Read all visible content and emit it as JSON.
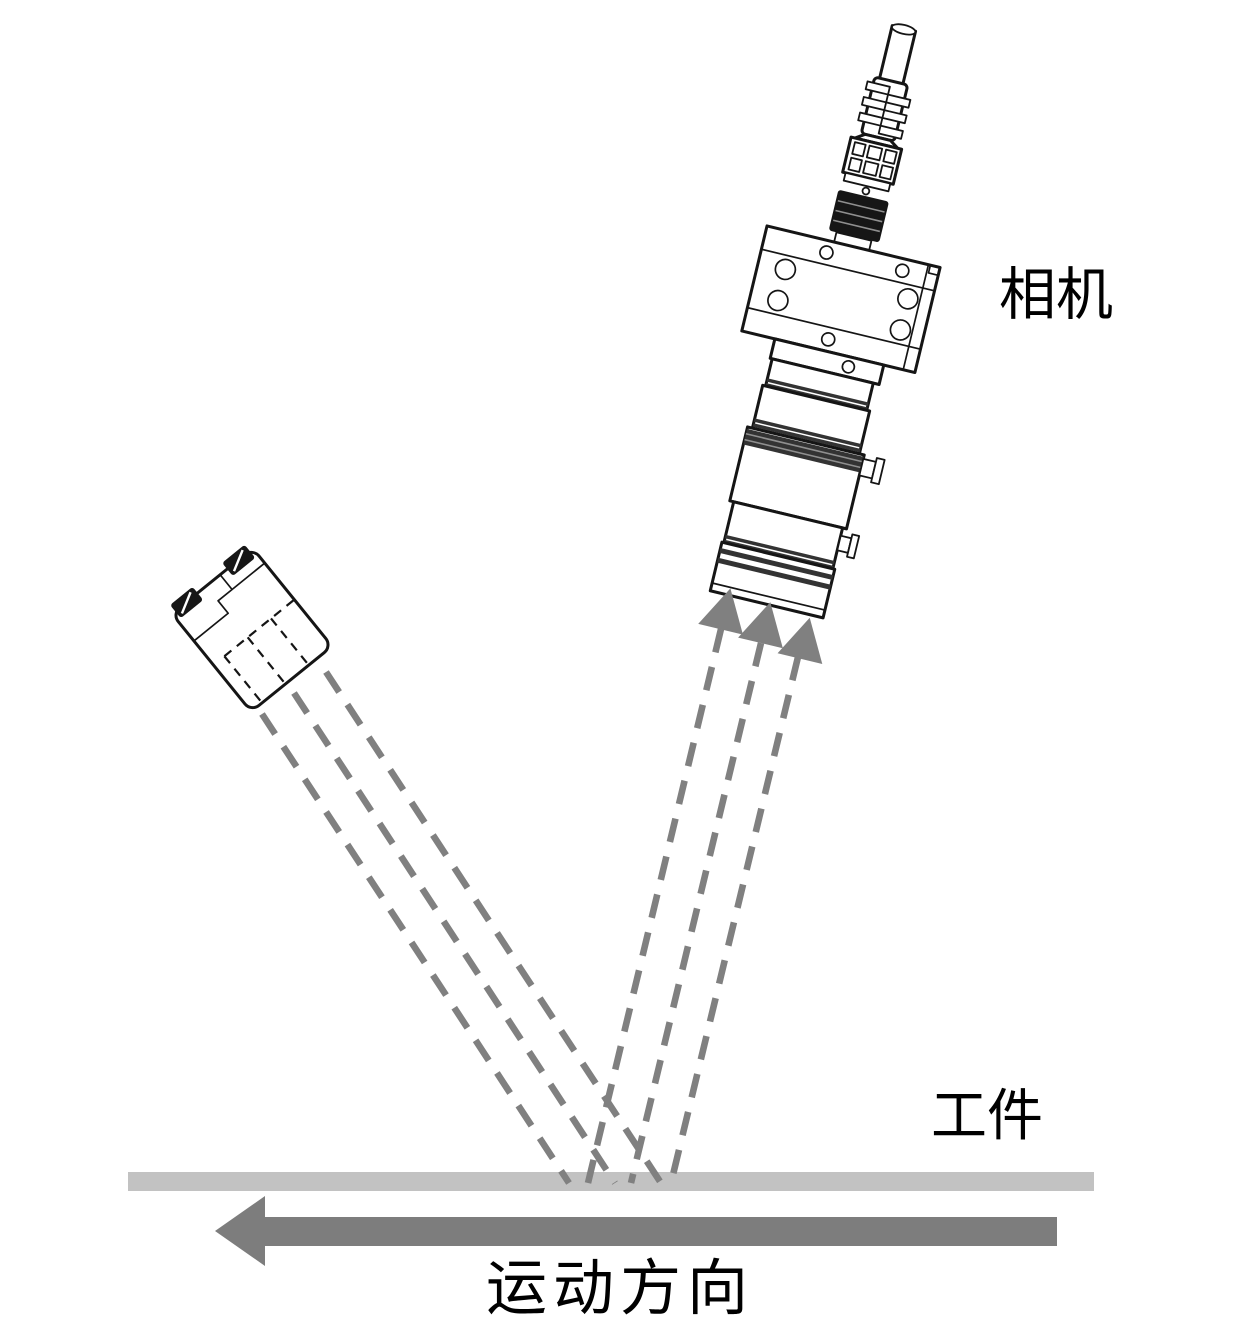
{
  "labels": {
    "camera": "相机",
    "workpiece": "工件",
    "motion_direction": "运动方向"
  },
  "colors": {
    "ink": "#151515",
    "ray-gray": "#808080",
    "surface-gray": "#c2c2c2",
    "arrow-gray": "#7d7d7d",
    "knurl-dark": "#161616",
    "bg": "#ffffff"
  }
}
